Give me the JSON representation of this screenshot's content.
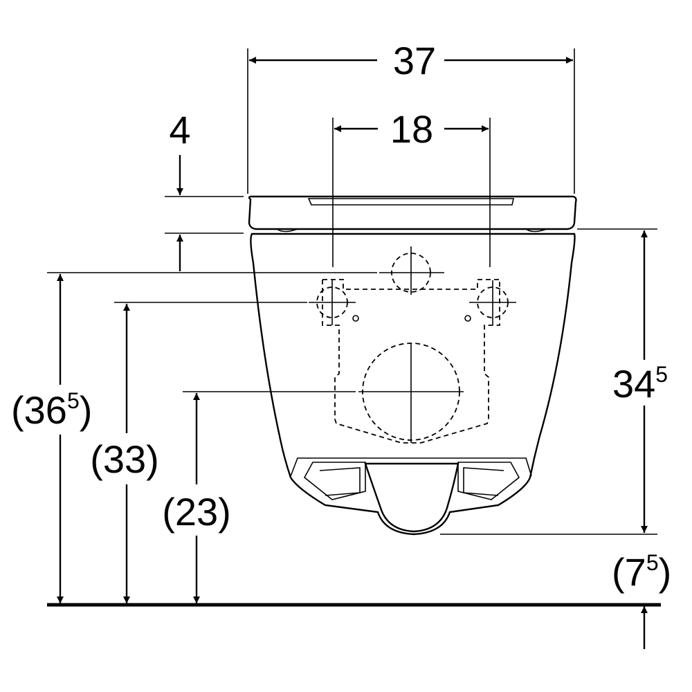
{
  "dimensions": {
    "overall_width": "37",
    "fixing_centres": "18",
    "seat_offset": "4",
    "pan_height": {
      "base": "34",
      "sup": "5"
    },
    "bottom_clearance": {
      "open": "(",
      "base": "7",
      "sup": "5",
      "close": ")"
    },
    "fixing_height_top": {
      "open": "(",
      "base": "36",
      "sup": "5",
      "close": ")"
    },
    "fixing_height_mid": "(33)",
    "fixing_height_low": "(23)"
  },
  "colors": {
    "ink": "#000000",
    "paper": "#ffffff"
  }
}
